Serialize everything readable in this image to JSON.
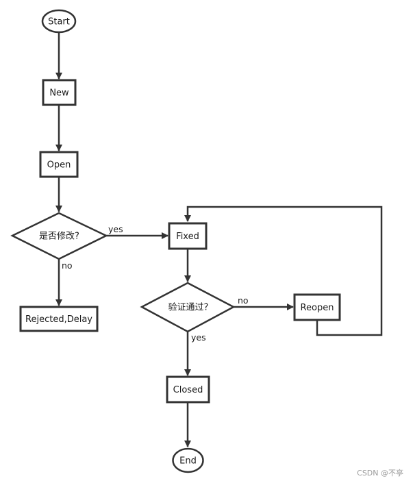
{
  "nodes": {
    "start": "Start",
    "new": "New",
    "open": "Open",
    "decision_modify": "是否修改?",
    "rejected": "Rejected,Delay",
    "fixed": "Fixed",
    "decision_verify": "验证通过?",
    "reopen": "Reopen",
    "closed": "Closed",
    "end": "End"
  },
  "edges": {
    "modify_yes": "yes",
    "modify_no": "no",
    "verify_no": "no",
    "verify_yes": "yes"
  },
  "watermark": "CSDN @不亭",
  "colors": {
    "stroke": "#333333",
    "text": "#1a1a1a",
    "background": "#ffffff"
  }
}
